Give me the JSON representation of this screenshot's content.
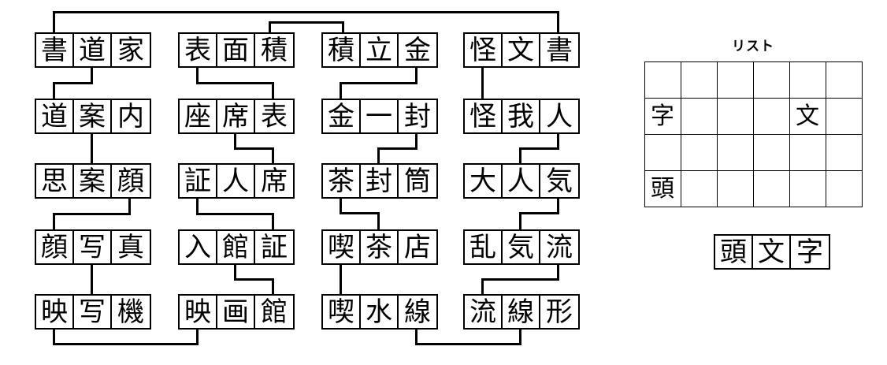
{
  "puzzle": {
    "type": "kanji-word-chain-grid",
    "columns": [
      {
        "id": "column-1",
        "words": [
          {
            "id": "w1-1",
            "chars": [
              "書",
              "道",
              "家"
            ]
          },
          {
            "id": "w1-2",
            "chars": [
              "道",
              "案",
              "内"
            ]
          },
          {
            "id": "w1-3",
            "chars": [
              "思",
              "案",
              "顔"
            ]
          },
          {
            "id": "w1-4",
            "chars": [
              "顔",
              "写",
              "真"
            ]
          },
          {
            "id": "w1-5",
            "chars": [
              "映",
              "写",
              "機"
            ]
          }
        ]
      },
      {
        "id": "column-2",
        "words": [
          {
            "id": "w2-1",
            "chars": [
              "表",
              "面",
              "積"
            ]
          },
          {
            "id": "w2-2",
            "chars": [
              "座",
              "席",
              "表"
            ]
          },
          {
            "id": "w2-3",
            "chars": [
              "証",
              "人",
              "席"
            ]
          },
          {
            "id": "w2-4",
            "chars": [
              "入",
              "館",
              "証"
            ]
          },
          {
            "id": "w2-5",
            "chars": [
              "映",
              "画",
              "館"
            ]
          }
        ]
      },
      {
        "id": "column-3",
        "words": [
          {
            "id": "w3-1",
            "chars": [
              "積",
              "立",
              "金"
            ]
          },
          {
            "id": "w3-2",
            "chars": [
              "金",
              "一",
              "封"
            ]
          },
          {
            "id": "w3-3",
            "chars": [
              "茶",
              "封",
              "筒"
            ]
          },
          {
            "id": "w3-4",
            "chars": [
              "喫",
              "茶",
              "店"
            ]
          },
          {
            "id": "w3-5",
            "chars": [
              "喫",
              "水",
              "線"
            ]
          }
        ]
      },
      {
        "id": "column-4",
        "words": [
          {
            "id": "w4-1",
            "chars": [
              "怪",
              "文",
              "書"
            ]
          },
          {
            "id": "w4-2",
            "chars": [
              "怪",
              "我",
              "人"
            ]
          },
          {
            "id": "w4-3",
            "chars": [
              "大",
              "人",
              "気"
            ]
          },
          {
            "id": "w4-4",
            "chars": [
              "乱",
              "気",
              "流"
            ]
          },
          {
            "id": "w4-5",
            "chars": [
              "流",
              "線",
              "形"
            ]
          }
        ]
      }
    ]
  },
  "right_panel": {
    "title": "リスト",
    "grid": {
      "rows": 4,
      "cols": 6,
      "cells": [
        [
          "",
          "",
          "",
          "",
          "",
          ""
        ],
        [
          "字",
          "",
          "",
          "",
          "文",
          ""
        ],
        [
          "",
          "",
          "",
          "",
          "",
          ""
        ],
        [
          "頭",
          "",
          "",
          "",
          "",
          ""
        ]
      ]
    },
    "answer": {
      "chars": [
        "頭",
        "文",
        "字"
      ]
    }
  }
}
